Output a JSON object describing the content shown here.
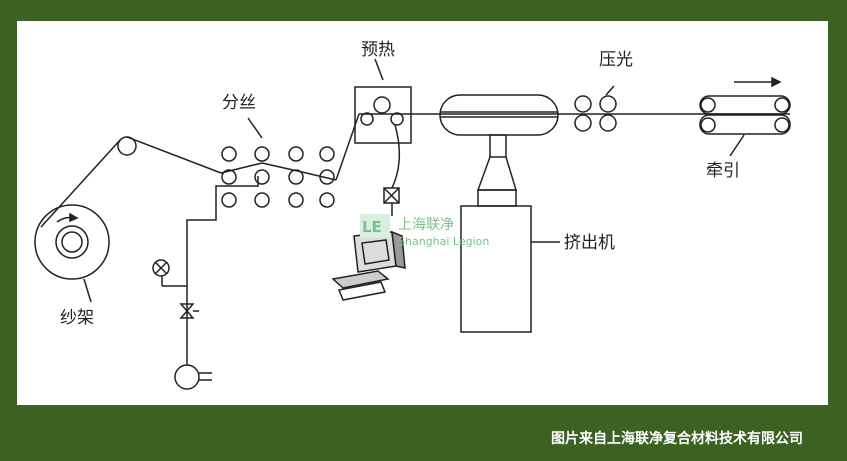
{
  "diagram": {
    "labels": {
      "yarn_creel": "纱架",
      "filament_split": "分丝",
      "preheat": "预热",
      "calender": "压光",
      "haul_off": "牵引",
      "extruder": "挤出机"
    },
    "watermark": {
      "cn": "上海联净",
      "en": "Shanghai Legion",
      "logo_text": "LE"
    }
  },
  "caption": "图片来自上海联净复合材料技术有限公司",
  "colors": {
    "background": "#3d6023",
    "panel": "#ffffff",
    "ink": "#222222",
    "watermark": "#79c08a"
  }
}
